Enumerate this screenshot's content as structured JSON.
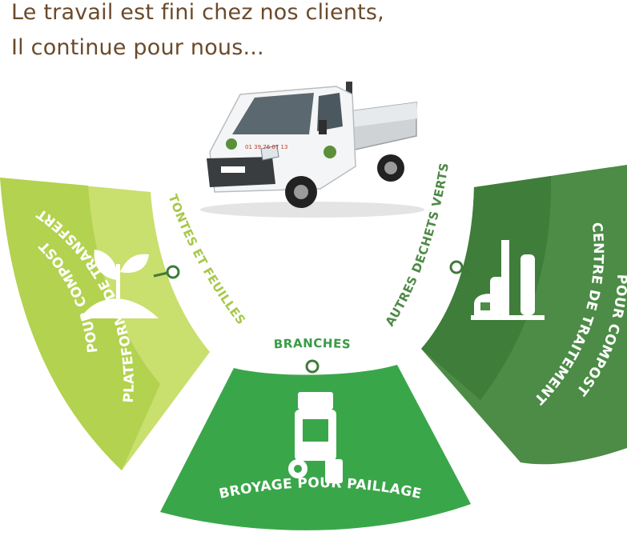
{
  "headline": {
    "line1": "Le travail est fini chez nos clients,",
    "line2": "Il continue pour nous..."
  },
  "truck": {
    "door_phone": "01 39 76 07 13"
  },
  "segments": [
    {
      "line1": "PLATEFORME DE TRANSFERT",
      "line2": "POUR COMPOST",
      "icon": "sprout-icon",
      "color": "#b6d452"
    },
    {
      "line1": "BROYAGE POUR PAILLAGE",
      "icon": "wood-chipper-icon",
      "color": "#3aa64a"
    },
    {
      "line1": "CENTRE DE TRAITEMENT",
      "line2": "POUR COMPOST",
      "icon": "factory-icon",
      "color": "#4c8c46"
    }
  ],
  "categories": [
    {
      "label": "TONTES ET FEUILLES",
      "color": "#a7c84a"
    },
    {
      "label": "BRANCHES",
      "color": "#3a9b46"
    },
    {
      "label": "AUTRES DECHETS VERTS",
      "color": "#4e8a47"
    }
  ],
  "colors": {
    "headline": "#6b4a2a",
    "connector": "#3f7a3b"
  }
}
